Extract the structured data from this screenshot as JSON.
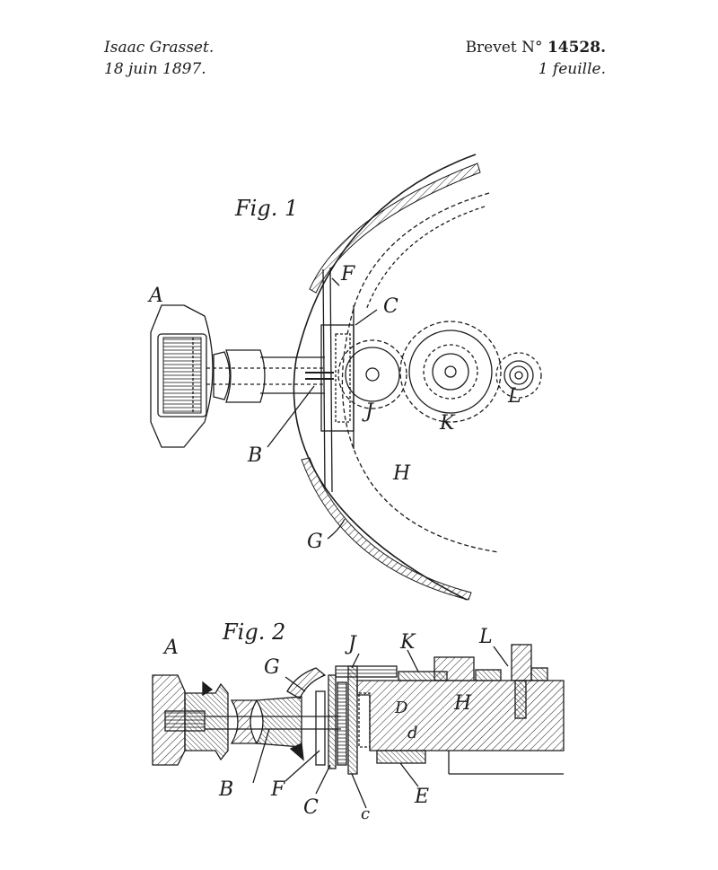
{
  "header": {
    "inventor": "Isaac Grasset.",
    "date": "18 juin 1897.",
    "brevet_label": "Brevet N°",
    "brevet_number": "14528.",
    "sheets": "1 feuille."
  },
  "figures": {
    "fig1": {
      "caption": "Fig. 1",
      "labels": [
        "A",
        "B",
        "C",
        "F",
        "G",
        "H",
        "J",
        "K",
        "L"
      ]
    },
    "fig2": {
      "caption": "Fig. 2",
      "labels": [
        "A",
        "G",
        "J",
        "K",
        "L",
        "H",
        "D",
        "d",
        "B",
        "F",
        "C",
        "c",
        "E"
      ]
    }
  }
}
